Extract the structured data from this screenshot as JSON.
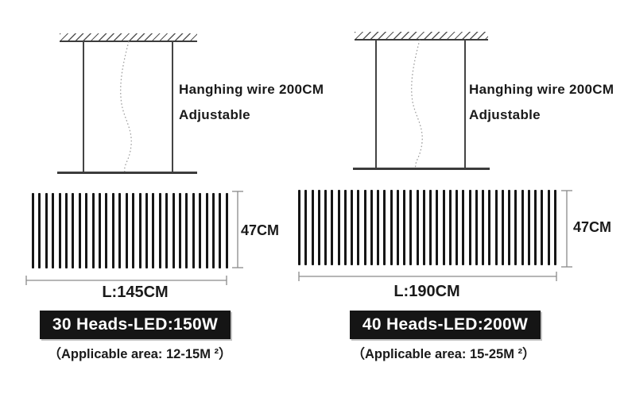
{
  "diagram": {
    "background": "#ffffff",
    "ink_color": "#1a1a1a",
    "dim_line_color": "#8a8a8a",
    "cable_color": "#9a9a9a",
    "spec_bg": "#151515",
    "spec_text_color": "#ffffff"
  },
  "variants": {
    "left": {
      "wire_note_line1": "Hanghing wire 200CM",
      "wire_note_line2": "Adjustable",
      "height_label": "47CM",
      "length_label": "L:145CM",
      "heads": 30,
      "spec_label": "30 Heads-LED:150W",
      "area_label": "（Applicable area: 12-15M ²）"
    },
    "right": {
      "wire_note_line1": "Hanghing wire 200CM",
      "wire_note_line2": "Adjustable",
      "height_label": "47CM",
      "length_label": "L:190CM",
      "heads": 40,
      "spec_label": "40 Heads-LED:200W",
      "area_label": "（Applicable area: 15-25M ²）"
    }
  }
}
